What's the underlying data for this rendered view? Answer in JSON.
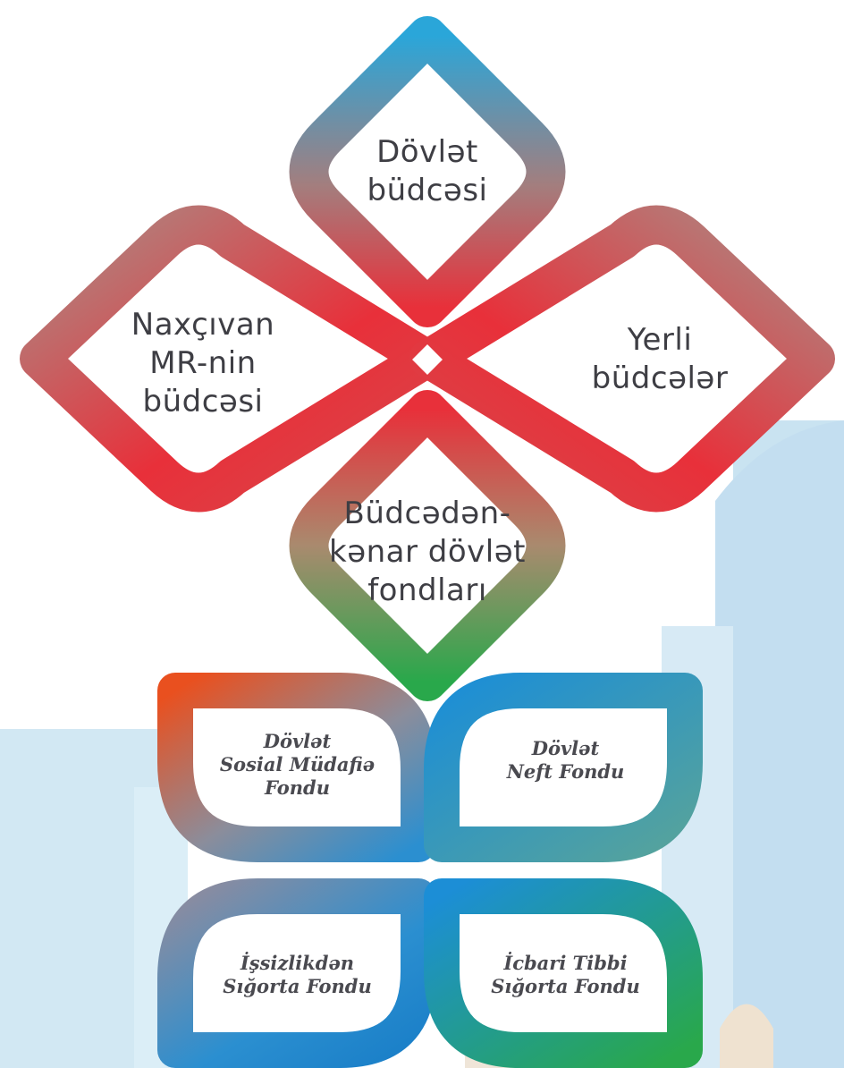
{
  "budgets": {
    "state": "Dövlət\nbüdcəsi",
    "nakhchivan": "Naxçıvan\nMR-nin\nbüdcəsi",
    "local": "Yerli\nbüdcələr",
    "extra_budgetary": "Büdcədən-\nkənar dövlət\nfondları"
  },
  "funds": {
    "social_protection": "Dövlət\nSosial Müdafiə\nFondu",
    "oil": "Dövlət\nNeft Fondu",
    "unemployment": "İşsizlikdən\nSığorta Fondu",
    "health_insurance": "İcbari Tibbi\nSığorta Fondu"
  },
  "colors": {
    "blue": "#2aa6d9",
    "red": "#e8303a",
    "green": "#29a84b",
    "orange": "#e9501f",
    "skyline": "#c9e3f1"
  }
}
